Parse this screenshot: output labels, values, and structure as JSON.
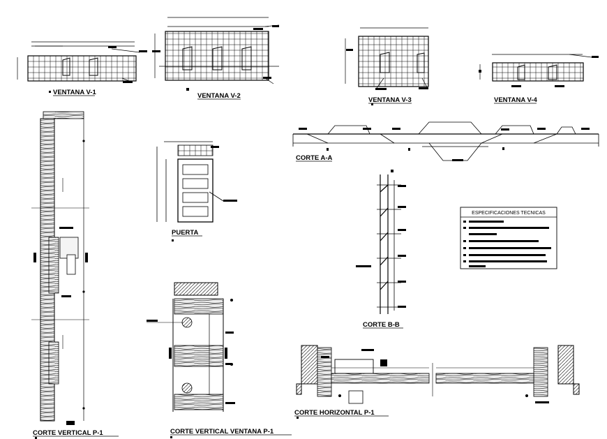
{
  "drawing": {
    "views": {
      "ventana_v1": "VENTANA V-1",
      "ventana_v2": "VENTANA V-2",
      "ventana_v3": "VENTANA V-3",
      "ventana_v4": "VENTANA V-4",
      "corte_aa": "CORTE A-A",
      "puerta": "PUERTA",
      "corte_bb": "CORTE B-B",
      "corte_vertical_p1": "CORTE VERTICAL P-1",
      "corte_vertical_ventana_p1": "CORTE VERTICAL VENTANA P-1",
      "corte_horizontal_p1": "CORTE HORIZONTAL P-1"
    },
    "specs": {
      "title": "ESPECIFICACIONES TECNICAS"
    },
    "colors": {
      "line": "#000000",
      "background": "#ffffff",
      "wood_fill": "#e9e9e9"
    }
  }
}
